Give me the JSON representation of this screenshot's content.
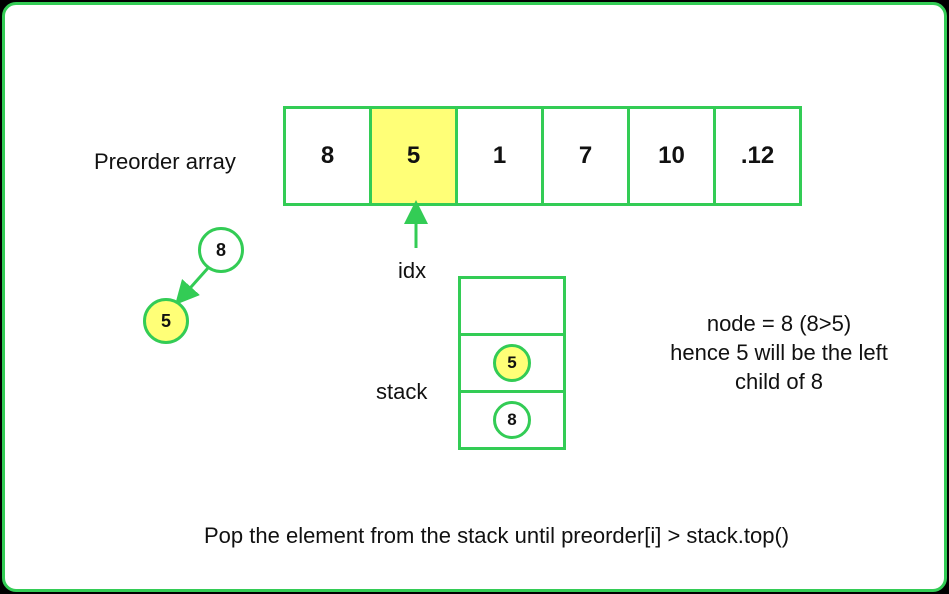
{
  "array_label": "Preorder array",
  "array": [
    {
      "value": "8",
      "highlighted": false
    },
    {
      "value": "5",
      "highlighted": true
    },
    {
      "value": "1",
      "highlighted": false
    },
    {
      "value": "7",
      "highlighted": false
    },
    {
      "value": "10",
      "highlighted": false
    },
    {
      "value": ".12",
      "highlighted": false
    }
  ],
  "pointer_label": "idx",
  "stack_label": "stack",
  "stack": [
    "",
    "5",
    "8"
  ],
  "stack_highlighted": [
    false,
    true,
    false
  ],
  "tree": {
    "root": "8",
    "left_child": "5"
  },
  "note_lines": [
    "node = 8 (8>5)",
    "hence 5 will be the left",
    "child of 8"
  ],
  "caption": "Pop the element from the stack until preorder[i] > stack.top()",
  "colors": {
    "border": "#33cc55",
    "highlight": "#ffff77",
    "text": "#111111",
    "background": "#ffffff"
  }
}
